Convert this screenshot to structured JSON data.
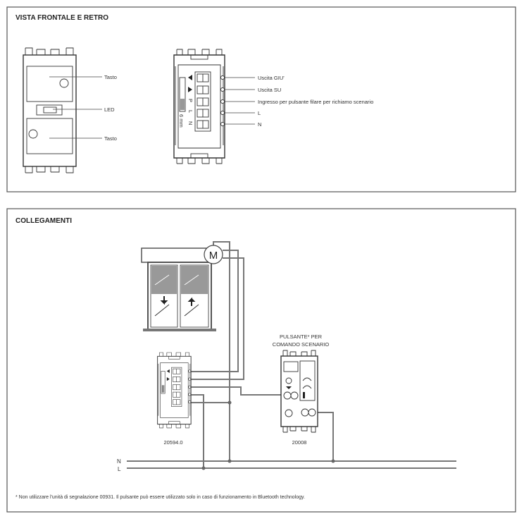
{
  "front_back_section": {
    "title": "VISTA FRONTALE E RETRO",
    "front_labels": {
      "key_top": "Tasto",
      "led": "LED",
      "key_bottom": "Tasto"
    },
    "terminal_labels": [
      "Uscita GIU'",
      "Uscita SU",
      "Ingresso per pulsante filare per richiamo scenario",
      "L",
      "N"
    ],
    "terminal_marks": [
      "P",
      "L",
      "N"
    ],
    "strip_length": "6 mm"
  },
  "wiring_section": {
    "title": "COLLEGAMENTI",
    "motor_label": "M",
    "button_caption_line1": "PULSANTE* PER",
    "button_caption_line2": "COMANDO SCENARIO",
    "actuator_code": "20594.0",
    "button_code": "20008",
    "line_n": "N",
    "line_l": "L",
    "footnote": "* Non utilizzare l'unità di segnalazione 00931. Il pulsante può essere utilizzato solo in caso di funzionamento in Bluetooth technology."
  }
}
